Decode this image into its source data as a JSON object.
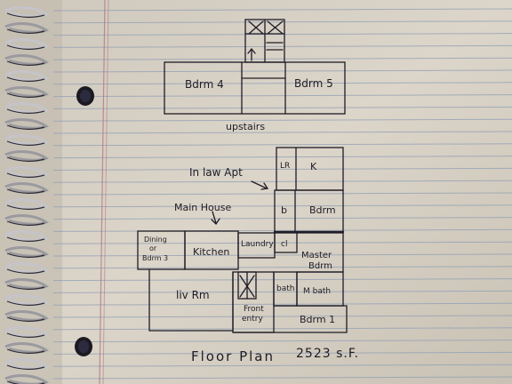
{
  "colors": {
    "paper": "#d9d2c6",
    "ink": "#1e1c26",
    "rule": "#8f9fb6",
    "margin": "#b07a8a",
    "background": "#2a2622"
  },
  "upstairs": {
    "rooms": [
      "Bdrm 4",
      "Bdrm 5"
    ],
    "label": "upstairs"
  },
  "main_floor": {
    "annotations": [
      "In law Apt",
      "Main House"
    ],
    "rooms": {
      "lr": "LR",
      "k": "K",
      "b": "b",
      "bdrm": "Bdrm",
      "dining": [
        "Dining",
        "or",
        "Bdrm 3"
      ],
      "kitchen": "Kitchen",
      "laundry": "Laundry",
      "cl": "cl",
      "master": [
        "Master",
        "Bdrm"
      ],
      "living": "liv Rm",
      "bath": "bath",
      "mbath": "M bath",
      "entry": [
        "Front",
        "entry"
      ],
      "bdrm1": "Bdrm 1"
    }
  },
  "footer": {
    "title": "Floor Plan",
    "area": "2523 s.F."
  }
}
